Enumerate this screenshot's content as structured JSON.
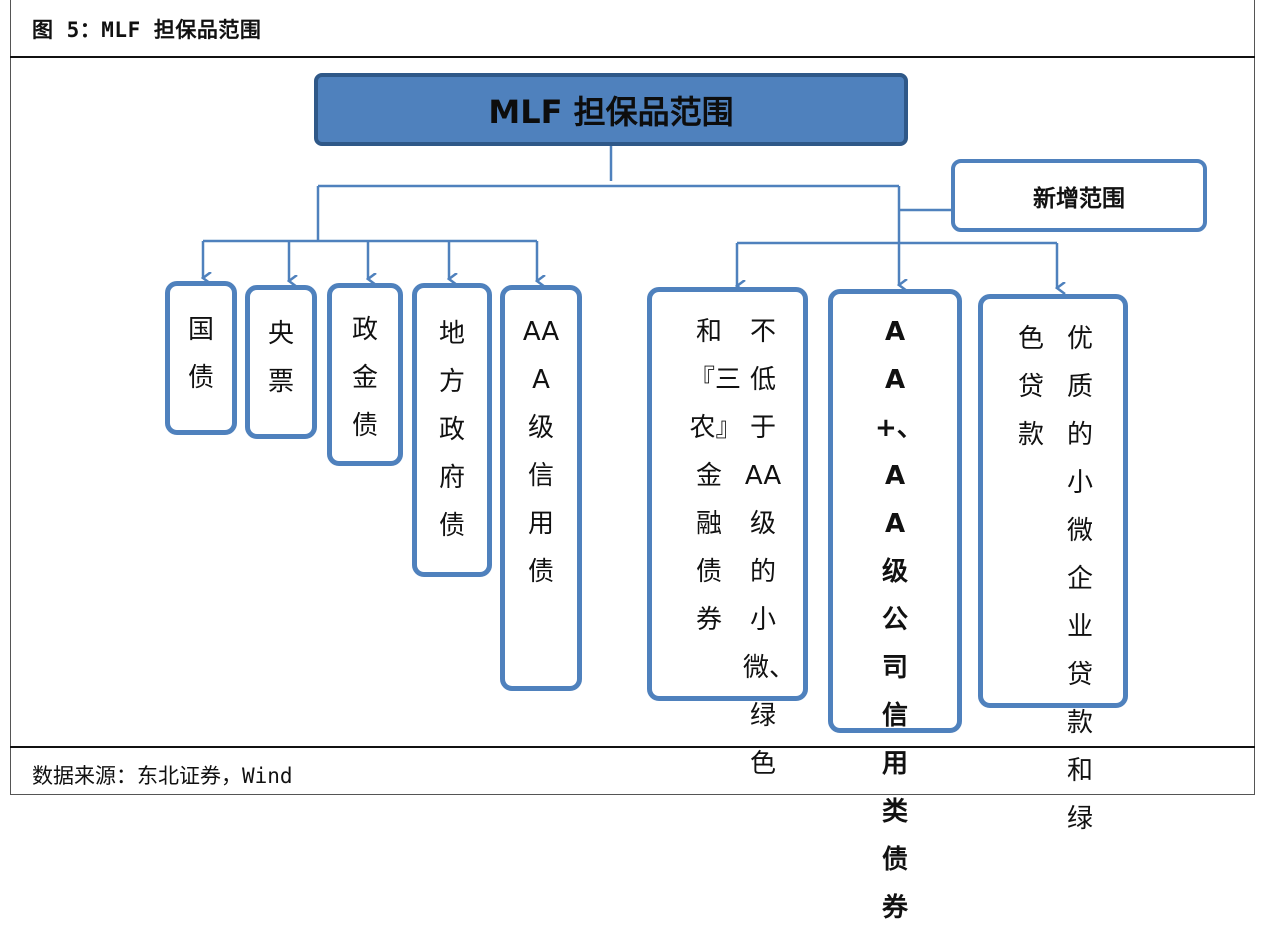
{
  "figure_title": "图 5：MLF 担保品范围",
  "source": "数据来源：东北证券，Wind",
  "diagram": {
    "root": "MLF 担保品范围",
    "new_scope_label": "新增范围",
    "existing": [
      "国债",
      "央票",
      "政金债",
      "地方政府债",
      "AAA级信用债"
    ],
    "new": {
      "item1_col1": "不低于AA级的小微、绿色",
      "item1_col2": "和『三农』金融债券",
      "item2": "AA+、AA级公司信用类债券",
      "item3_col1": "优质的小微企业贷款和绿",
      "item3_col2": "色贷款"
    }
  },
  "colors": {
    "box_border": "#4f81bd",
    "root_fill": "#4f81bd",
    "root_border": "#2f5888",
    "line": "#4f81bd"
  }
}
